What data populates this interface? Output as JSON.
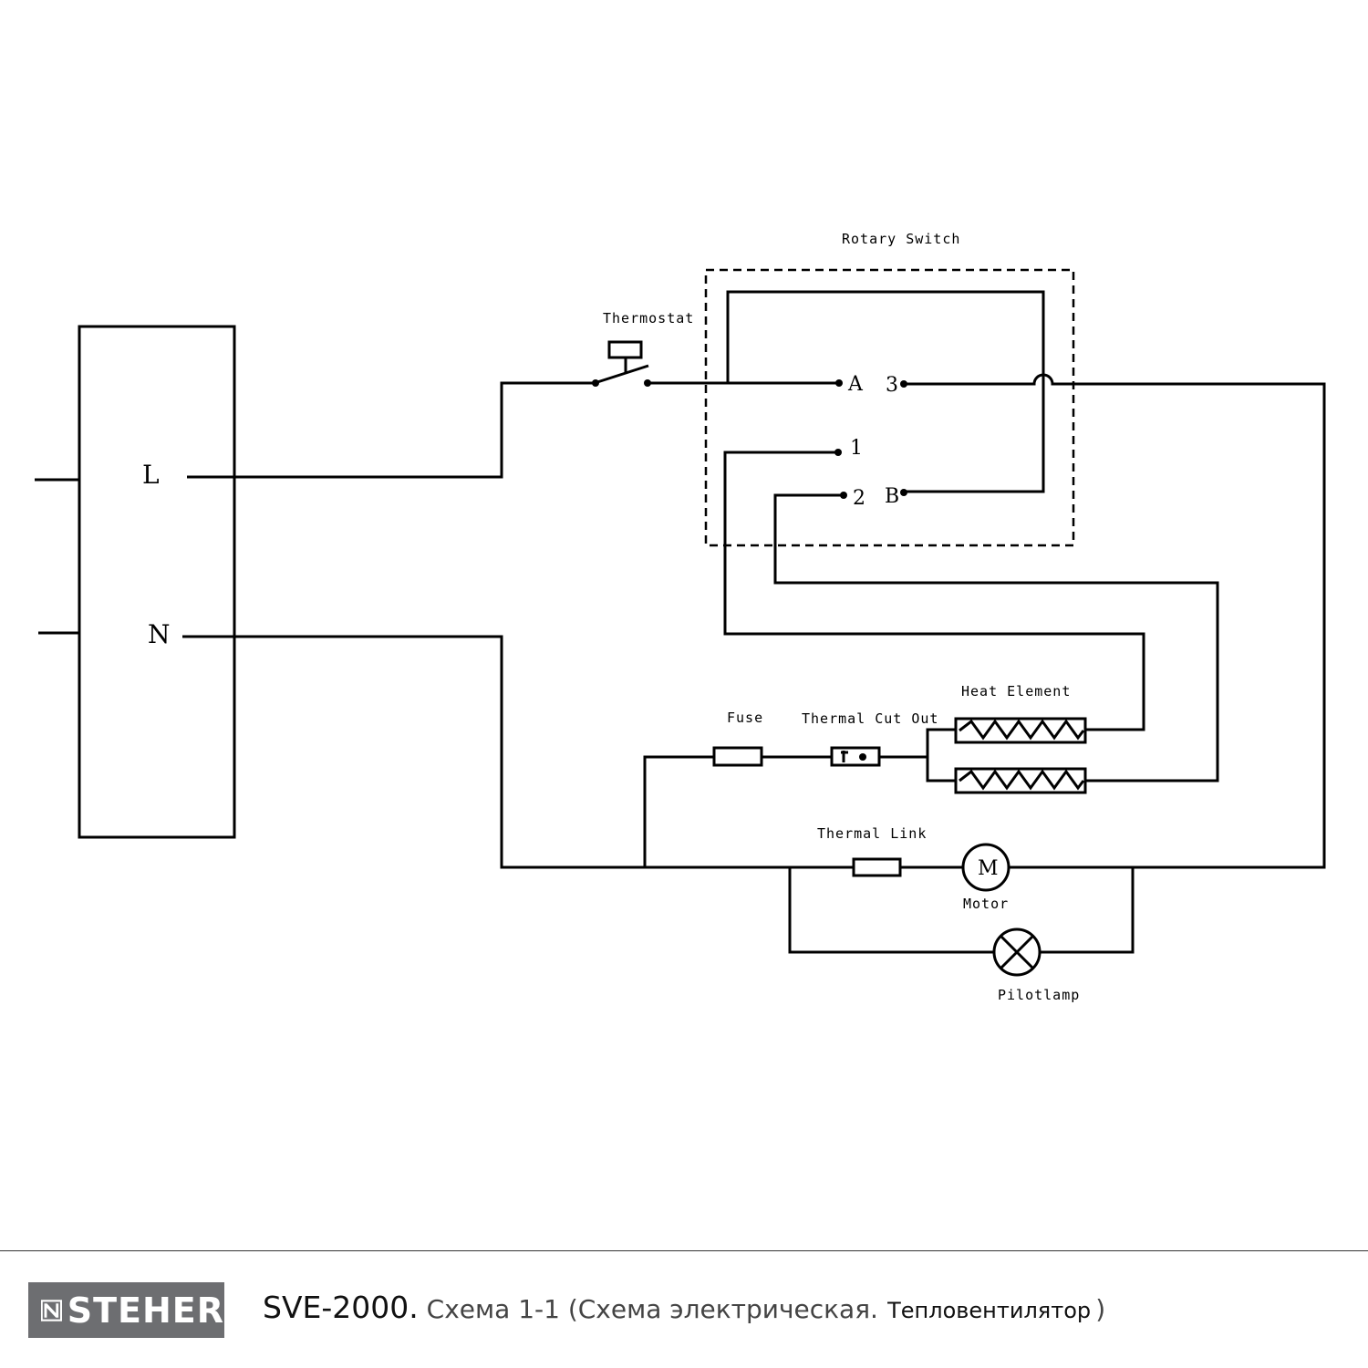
{
  "diagram": {
    "labels": {
      "rotary_switch": "Rotary Switch",
      "thermostat": "Thermostat",
      "fuse": "Fuse",
      "thermal_cut_out": "Thermal Cut Out",
      "heat_element": "Heat Element",
      "thermal_link": "Thermal Link",
      "motor": "Motor",
      "pilotlamp": "Pilotlamp"
    },
    "terminals": {
      "a": "A",
      "three": "3",
      "one": "1",
      "two": "2",
      "b": "B"
    },
    "mains": {
      "line": "L",
      "neutral": "N"
    },
    "motor_symbol": "M"
  },
  "footer": {
    "logo_text": "STEHER",
    "model": "SVE-2000.",
    "description": " Схема 1-1 (Схема электрическая.",
    "device": "Тепловентилятор",
    "close_paren": ")"
  }
}
